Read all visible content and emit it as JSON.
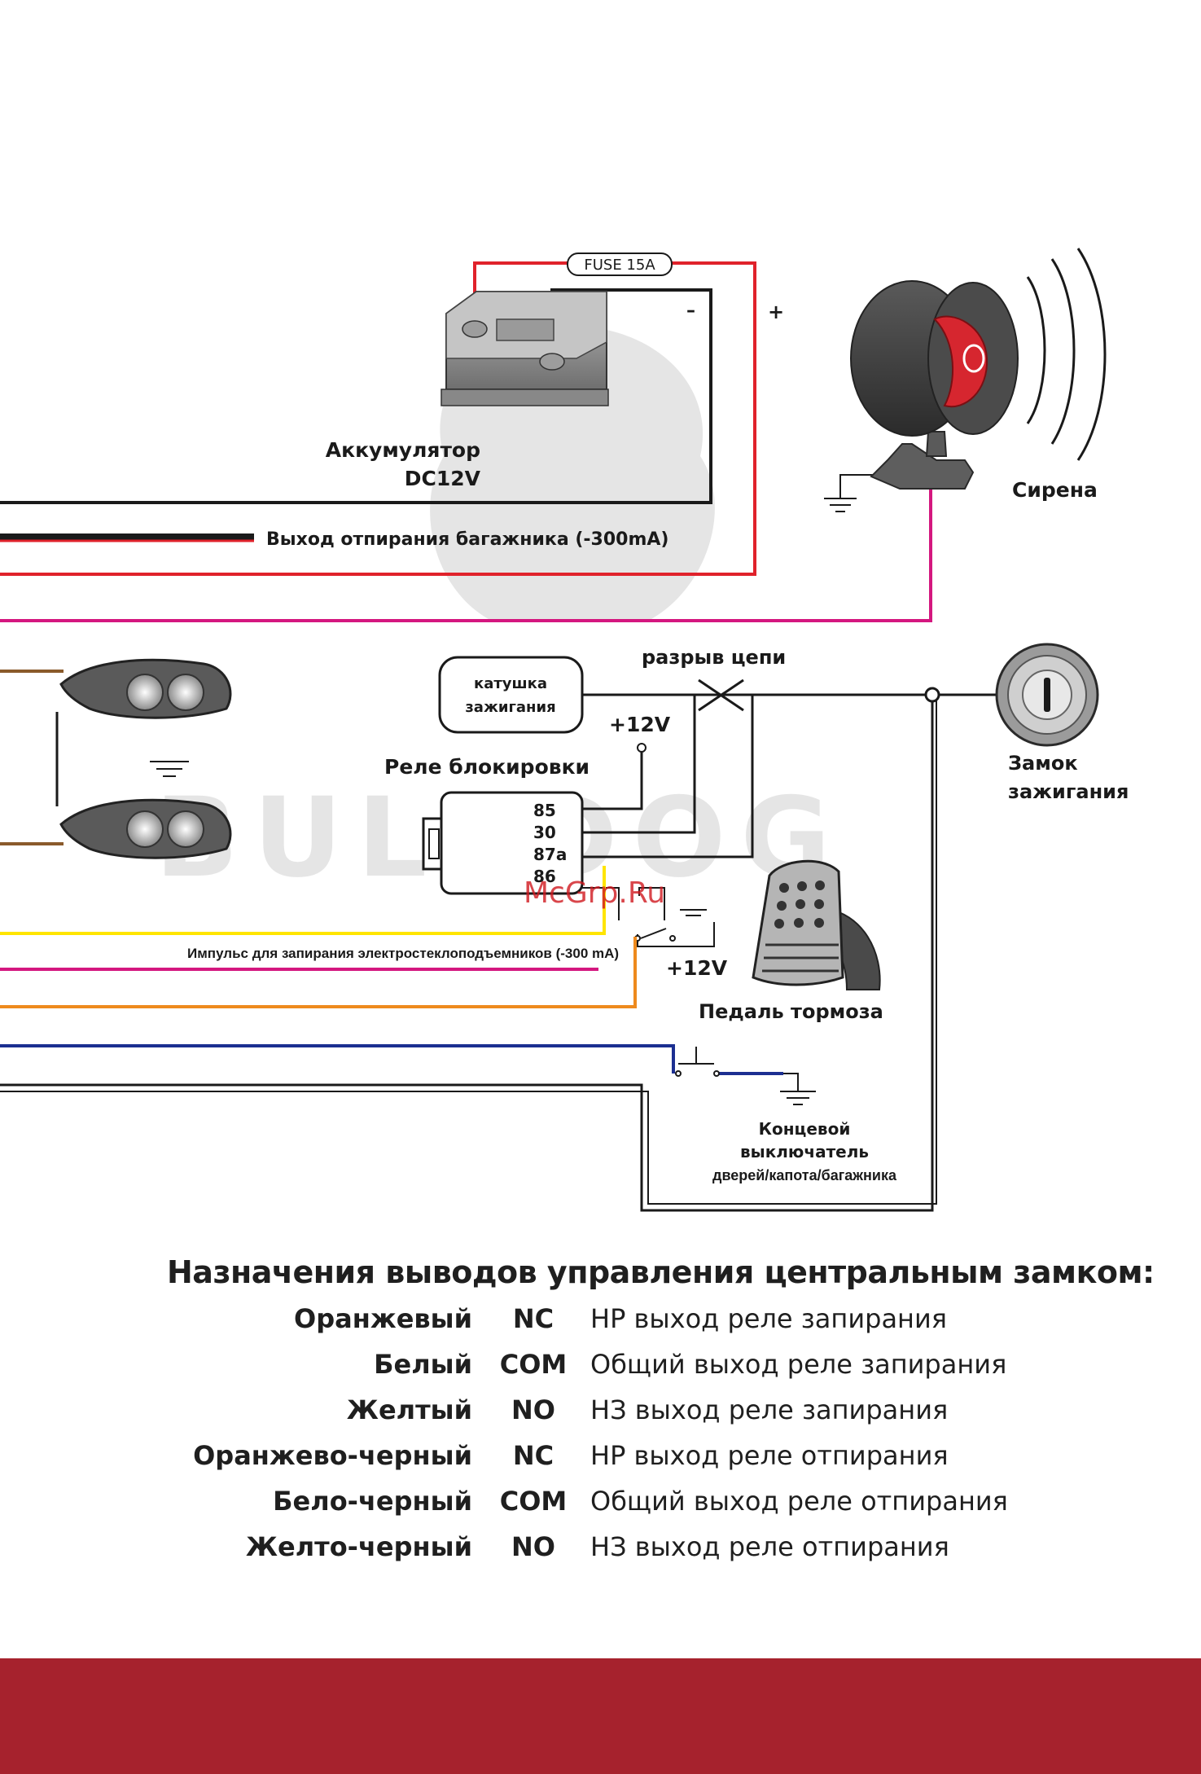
{
  "battery": {
    "label_line1": "Аккумулятор",
    "label_line2": "DC12V",
    "minus": "–",
    "plus": "+"
  },
  "fuse": {
    "label": "FUSE 15A"
  },
  "siren": {
    "label": "Сирена"
  },
  "trunk_output": {
    "label": "Выход отпирания багажника (-300mA)"
  },
  "ignition_coil": {
    "label_line1": "катушка",
    "label_line2": "зажигания"
  },
  "circuit_break": {
    "label": "разрыв цепи"
  },
  "relay": {
    "title": "Реле  блокировки",
    "plus12": "+12V",
    "pins": [
      "85",
      "30",
      "87a",
      "86"
    ]
  },
  "ignition_lock": {
    "label_line1": "Замок",
    "label_line2": "зажигания"
  },
  "window_impulse": {
    "label": "Импульс для запирания электростеклоподъемников (-300 mA)"
  },
  "brake": {
    "plus12": "+12V",
    "label": "Педаль тормоза"
  },
  "limit_switch": {
    "label_line1": "Концевой",
    "label_line2": "выключатель",
    "label_line3": "дверей/капота/багажника"
  },
  "watermark": {
    "brand": "BULLDOG",
    "site": "McGrp.Ru"
  },
  "legend": {
    "title": "Назначения выводов управления центральным замком:",
    "rows": [
      {
        "color": "Оранжевый",
        "code": "NC",
        "desc": "НР выход реле запирания"
      },
      {
        "color": "Белый",
        "code": "COM",
        "desc": "Общий выход реле запирания"
      },
      {
        "color": "Желтый",
        "code": "NO",
        "desc": "НЗ выход реле запирания"
      },
      {
        "color": "Оранжево-черный",
        "code": "NC",
        "desc": "НР выход реле отпирания"
      },
      {
        "color": "Бело-черный",
        "code": "COM",
        "desc": "Общий выход реле отпирания"
      },
      {
        "color": "Желто-черный",
        "code": "NO",
        "desc": "НЗ выход реле отпирания"
      }
    ]
  },
  "colors": {
    "wire_red": "#e0222b",
    "wire_black": "#1a1a1a",
    "wire_pink": "#d4177f",
    "wire_brown": "#8a5a2b",
    "wire_yellow": "#ffe500",
    "wire_orange": "#ee8a1d",
    "wire_blue": "#1c2f91",
    "footer": "#a6222d"
  }
}
